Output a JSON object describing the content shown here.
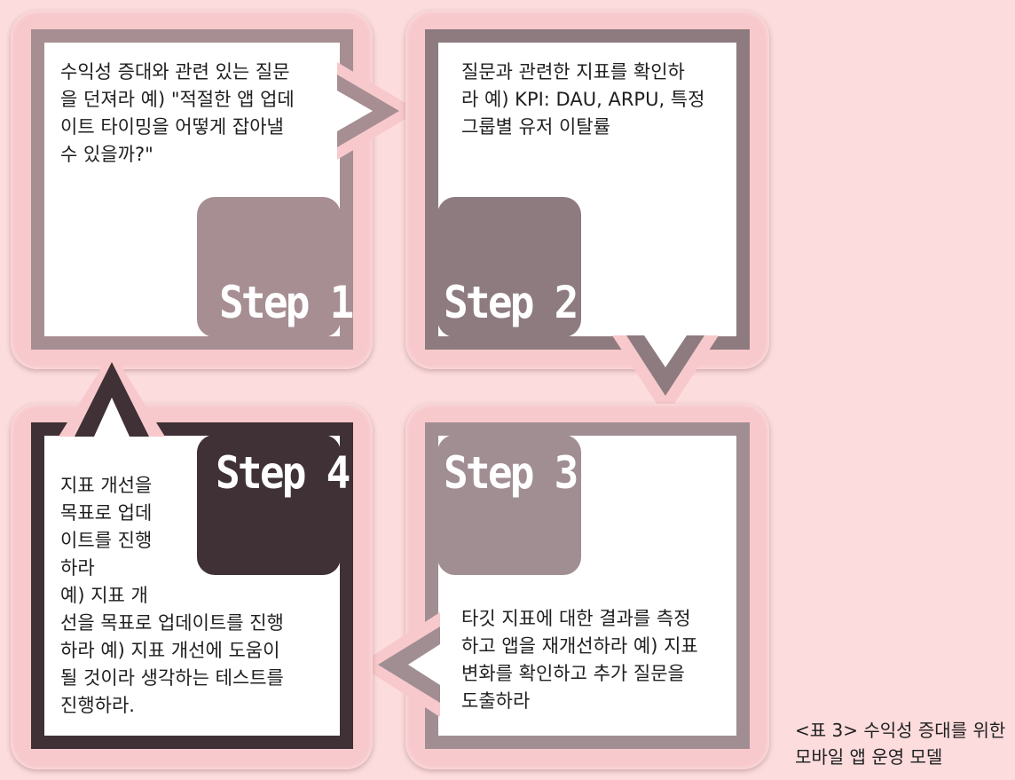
{
  "steps": [
    {
      "label": "Step 1",
      "lines": [
        "수익성 증대와 관련 있는 질문",
        "을 던져라 예) \"적절한 앱 업데",
        "이트 타이밍을 어떻게 잡아낼",
        "수 있을까?\""
      ],
      "color": "#a68e93"
    },
    {
      "label": "Step 2",
      "lines": [
        "질문과 관련한 지표를 확인하",
        "라 예) KPI: DAU, ARPU, 특정",
        "그룹별 유저 이탈률"
      ],
      "color": "#8d7b80"
    },
    {
      "label": "Step 3",
      "lines": [
        "타깃 지표에 대한 결과를 측정",
        "하고 앱을 재개선하라 예) 지표",
        "변화를 확인하고 추가 질문을",
        "도출하라"
      ],
      "color": "#a08e93"
    },
    {
      "label": "Step 4",
      "lines": [
        "지표 개선을",
        "목표로 업데",
        "이트를 진행",
        "하라",
        "예) 지표 개",
        "선을 목표로 업데이트를 진행",
        "하라 예) 지표 개선에 도움이",
        "될 것이라 생각하는 테스트를",
        "진행하라."
      ],
      "color": "#3f3135"
    }
  ],
  "caption": {
    "line1": "<표 3> 수익성 증대를 위한",
    "line2": "모바일 앱 운영 모델"
  }
}
